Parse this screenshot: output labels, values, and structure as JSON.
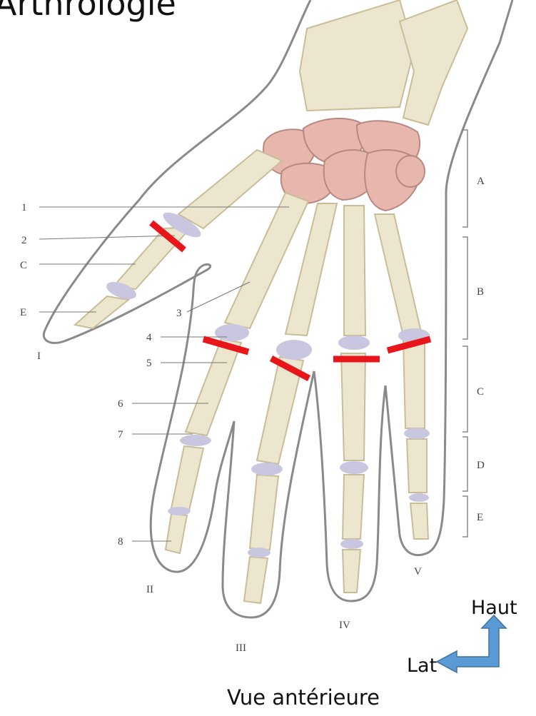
{
  "title": "Arthrologie",
  "caption": "Vue antérieure",
  "orientation": {
    "up_label": "Haut",
    "lateral_label": "Lat",
    "arrow_color": "#5b9bd5"
  },
  "left_labels": [
    "1",
    "2",
    "C",
    "E",
    "3",
    "4",
    "5",
    "6",
    "7",
    "8"
  ],
  "finger_labels": [
    "I",
    "II",
    "III",
    "IV",
    "V"
  ],
  "right_brackets": [
    "A",
    "B",
    "C",
    "D",
    "E"
  ],
  "colors": {
    "bone": "#ede6cf",
    "bone_edge": "#c9bd98",
    "carpal": "#e7b6ad",
    "carpal_edge": "#b98880",
    "cartilage": "#c9c7e0",
    "outline": "#7a7a7a",
    "marker": "#e8161b"
  }
}
